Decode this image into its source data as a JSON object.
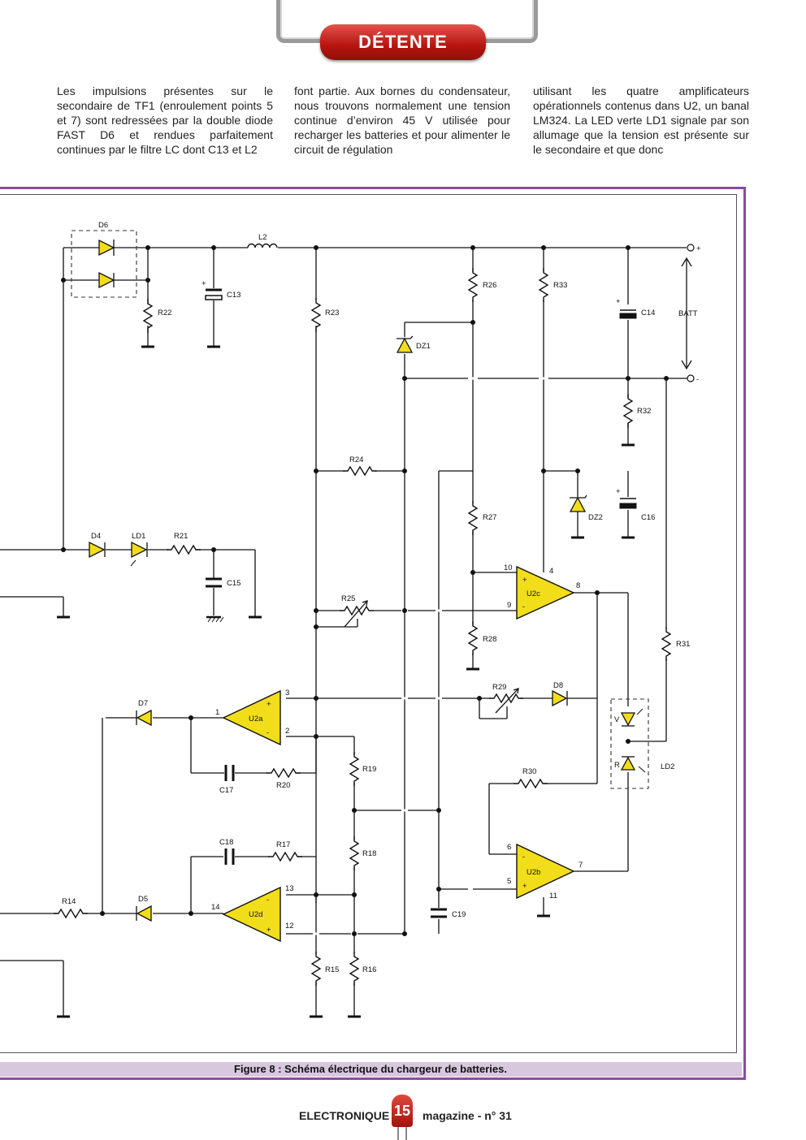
{
  "header": {
    "section_label": "DÉTENTE"
  },
  "body_text": {
    "col1": "Les impulsions présentes sur le secondaire de TF1 (enroulement points 5 et 7) sont redressées par la double diode FAST D6 et rendues parfaitement continues par le filtre LC dont C13 et L2",
    "col2": "font partie. Aux bornes du condensateur, nous trouvons normalement une tension continue d’environ 45 V utilisée pour recharger les batteries et pour alimenter le circuit de régulation",
    "col3": "utilisant les quatre amplificateurs opérationnels contenus dans U2, un banal LM324. La LED verte LD1 signale par son allumage que la tension est présente sur le secondaire et que donc"
  },
  "figure": {
    "caption": "Figure 8 : Schéma électrique du chargeur de batteries.",
    "labels": {
      "d6": "D6",
      "l2": "L2",
      "c13": "C13",
      "r22": "R22",
      "r23": "R23",
      "r26": "R26",
      "r33": "R33",
      "c14": "C14",
      "batt": "BATT",
      "plus": "+",
      "minus": "-",
      "dz1": "DZ1",
      "r32": "R32",
      "r24": "R24",
      "r27": "R27",
      "dz2": "DZ2",
      "c16": "C16",
      "d4": "D4",
      "ld1": "LD1",
      "r21": "R21",
      "c15": "C15",
      "r25": "R25",
      "u2c": "U2c",
      "r28": "R28",
      "r31": "R31",
      "r29": "R29",
      "d8": "D8",
      "d7": "D7",
      "u2a": "U2a",
      "c17": "C17",
      "r20": "R20",
      "r19": "R19",
      "ld2": "LD2",
      "led_v": "V",
      "led_r": "R",
      "r30": "R30",
      "r18": "R18",
      "c18": "C18",
      "r17": "R17",
      "u2b": "U2b",
      "r14": "R14",
      "d5": "D5",
      "u2d": "U2d",
      "c19": "C19",
      "r15": "R15",
      "r16": "R16",
      "pin1": "1",
      "pin2": "2",
      "pin3": "3",
      "pin4": "4",
      "pin5": "5",
      "pin6": "6",
      "pin7": "7",
      "pin8": "8",
      "pin9": "9",
      "pin10": "10",
      "pin11": "11",
      "pin12": "12",
      "pin13": "13",
      "pin14": "14"
    }
  },
  "footer": {
    "magazine_left": "ELECTRONIQUE",
    "logo_number": "15",
    "magazine_right": "magazine - n° 31"
  }
}
